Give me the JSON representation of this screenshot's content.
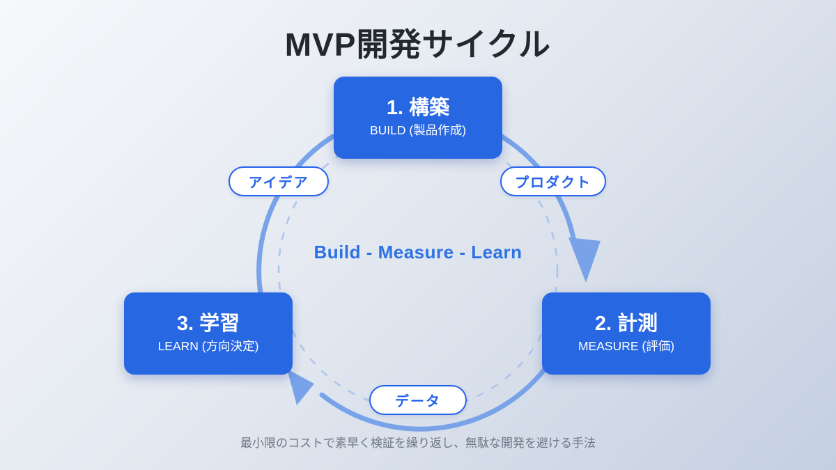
{
  "title": "MVP開発サイクル",
  "center_label": "Build - Measure - Learn",
  "caption": "最小限のコストで素早く検証を繰り返し、無駄な開発を避ける手法",
  "stages": [
    {
      "id": "build",
      "title": "1. 構築",
      "subtitle": "BUILD (製品作成)"
    },
    {
      "id": "measure",
      "title": "2. 計測",
      "subtitle": "MEASURE (評価)"
    },
    {
      "id": "learn",
      "title": "3. 学習",
      "subtitle": "LEARN (方向決定)"
    }
  ],
  "flow_labels": [
    {
      "id": "idea",
      "label": "アイデア"
    },
    {
      "id": "product",
      "label": "プロダクト"
    },
    {
      "id": "data",
      "label": "データ"
    }
  ],
  "colors": {
    "stage_box": "#2767e2",
    "pill_accent": "#2563eb",
    "arc": "#79a3e9",
    "dashed_circle": "#aec4ec",
    "center_text": "#2d72e4",
    "title_text": "#23272e",
    "caption_text": "#6e7783",
    "background_start": "#f6f8fb",
    "background_end": "#c4cfe1"
  }
}
